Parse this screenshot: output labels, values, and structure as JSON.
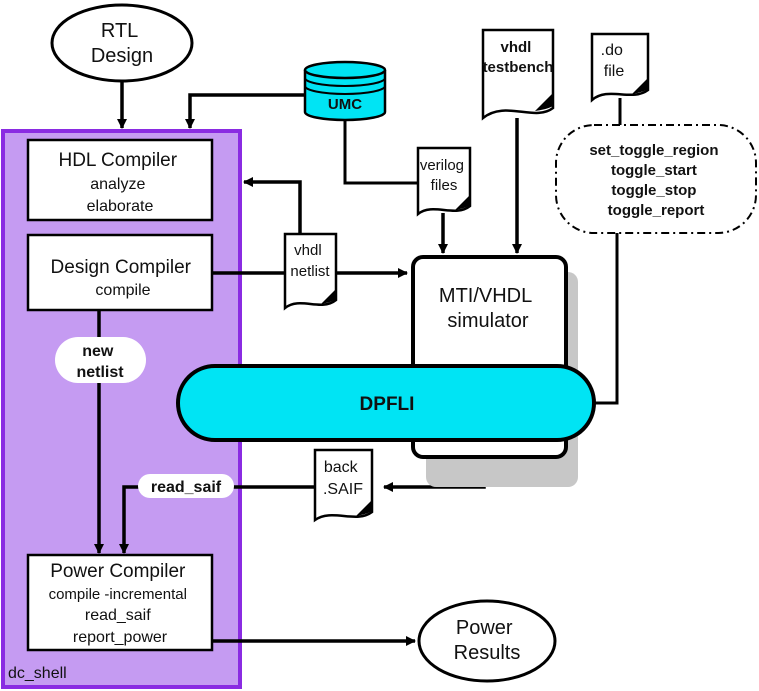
{
  "nodes": {
    "rtl_design": [
      "RTL",
      "Design"
    ],
    "umc": "UMC",
    "vhdl_testbench": [
      "vhdl",
      "testbench"
    ],
    "do_file": [
      ".do",
      "file"
    ],
    "toggle_commands": [
      "set_toggle_region",
      "toggle_start",
      "toggle_stop",
      "toggle_report"
    ],
    "hdl_compiler": [
      "HDL Compiler",
      "analyze",
      "elaborate"
    ],
    "verilog_files": [
      "verilog",
      "files"
    ],
    "vhdl_netlist": [
      "vhdl",
      "netlist"
    ],
    "design_compiler": [
      "Design Compiler",
      "compile"
    ],
    "mti_simulator": [
      "MTI/VHDL",
      "simulator"
    ],
    "new_netlist": [
      "new",
      "netlist"
    ],
    "dpfli": "DPFLI",
    "back_saif": [
      "back",
      ".SAIF"
    ],
    "read_saif": "read_saif",
    "power_compiler": [
      "Power Compiler",
      "compile -incremental",
      "read_saif",
      "report_power"
    ],
    "power_results": [
      "Power",
      "Results"
    ],
    "dc_shell": "dc_shell"
  },
  "colors": {
    "dc_shell_fill": "#c59bf2",
    "dc_shell_border": "#8a2be2",
    "cylinder": "#00e4f4",
    "dpfli": "#00e4f4",
    "shadow": "#c7c7c7",
    "line": "#000000"
  }
}
